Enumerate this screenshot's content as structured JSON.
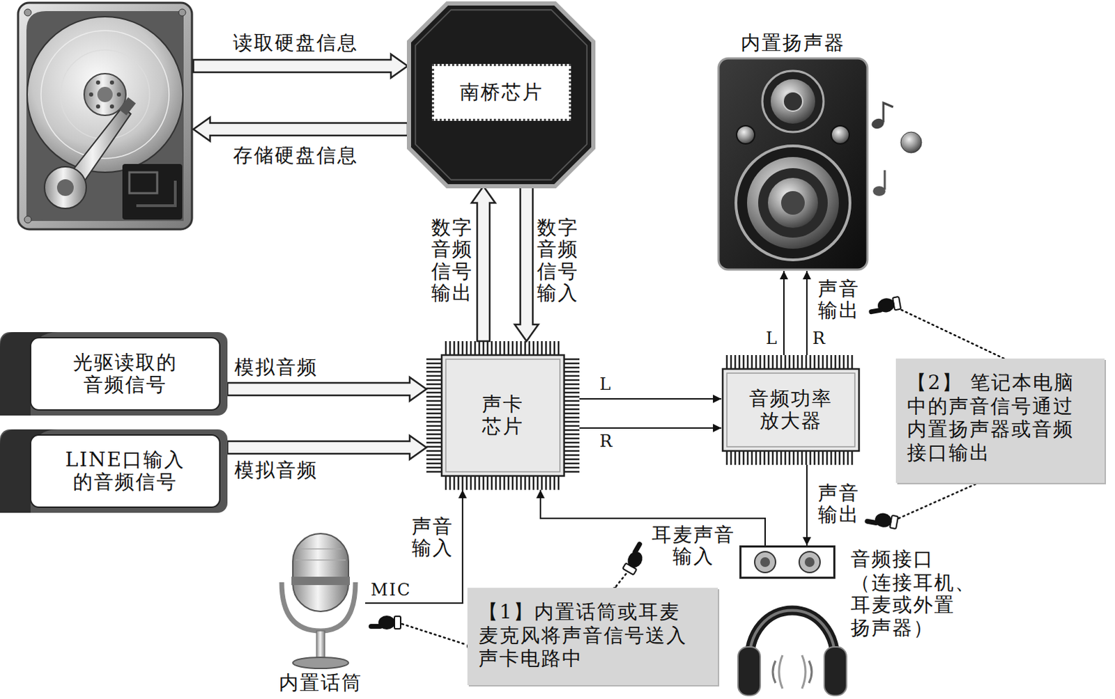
{
  "diagram": {
    "nodes": [
      {
        "text": [
          "南桥芯片"
        ]
      },
      {
        "text": [
          "内置扬声器"
        ]
      },
      {
        "text": [
          "光驱读取的 音频信号"
        ]
      },
      {
        "text": [
          "声卡 芯片"
        ]
      },
      {
        "text": [
          "音频功率 放大器"
        ]
      },
      {
        "text": [
          "【2】 笔记本电脑 中的声音信号通过 内置扬声器或音频 接口输出"
        ]
      },
      {
        "text": [
          "LINE口输入 的音频信号"
        ]
      },
      {
        "text": [
          "音频接口",
          "（连接耳机、 耳麦或外置 扬声器）"
        ]
      },
      {
        "text": [
          "内置话筒"
        ]
      },
      {
        "text": [
          "【1】内置话筒或耳麦 麦克风将声音信号送入 声卡电路中"
        ]
      }
    ],
    "edges": [
      {
        "from": 3,
        "to": 0,
        "arrow": "to",
        "label": "数字 音频 信号 输出"
      },
      {
        "from": 0,
        "to": 3,
        "arrow": "to",
        "label": "数字 音频 信号 输入"
      },
      {
        "from": 2,
        "to": 3,
        "arrow": "to",
        "label": "模拟音频"
      },
      {
        "from": 6,
        "to": 3,
        "arrow": "to",
        "label": "模拟音频"
      },
      {
        "from": 3,
        "to": 4,
        "arrow": "to",
        "label": "L"
      },
      {
        "from": 3,
        "to": 4,
        "arrow": "to",
        "label": "R"
      },
      {
        "from": 4,
        "to": 1,
        "arrow": "to",
        "label": "L"
      },
      {
        "from": 4,
        "to": 1,
        "arrow": "to",
        "label": "R"
      },
      {
        "from": 4,
        "to": 7,
        "arrow": "to",
        "label": "声音 输出"
      },
      {
        "from": 7,
        "to": 3,
        "arrow": "to",
        "label": "耳麦声音 输入"
      },
      {
        "from": 8,
        "to": 3,
        "arrow": "to",
        "label": "MIC"
      }
    ],
    "labels": [
      "读取硬盘信息",
      "存储硬盘信息",
      "声音 输出",
      "声音 输入"
    ]
  }
}
